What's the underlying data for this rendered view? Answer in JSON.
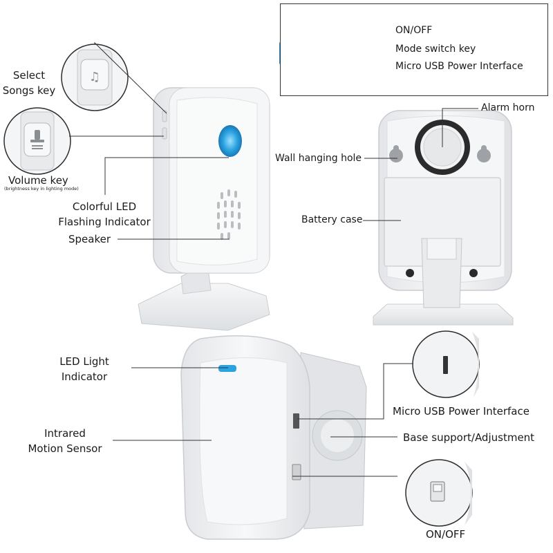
{
  "labels": {
    "select_songs_key": [
      "Select",
      "Songs key"
    ],
    "volume_key": "Volume key",
    "volume_key_note": "(brightness key in lighting mode)",
    "colorful_led": [
      "Colorful LED",
      "Flashing Indicator"
    ],
    "speaker": "Speaker",
    "on_off_top": "ON/OFF",
    "mode_switch_key": "Mode switch key",
    "micro_usb_top": "Micro USB Power Interface",
    "alarm_horn": "Alarm horn",
    "wall_hanging_hole": "Wall hanging hole",
    "battery_case": "Battery case",
    "led_light_indicator": [
      "LED Light",
      "Indicator"
    ],
    "infrared_motion_sensor": [
      "Intrared",
      "Motion Sensor"
    ],
    "micro_usb_bottom": "Micro USB Power Interface",
    "base_support": "Base support/Adjustment",
    "on_off_bottom": "ON/OFF"
  },
  "colors": {
    "device_body": "#f2f3f4",
    "device_shadow": "#d7d9dc",
    "led_blue": "#2aa3e0",
    "horn_ring": "#3a3a3a",
    "callout_line": "#333333"
  }
}
